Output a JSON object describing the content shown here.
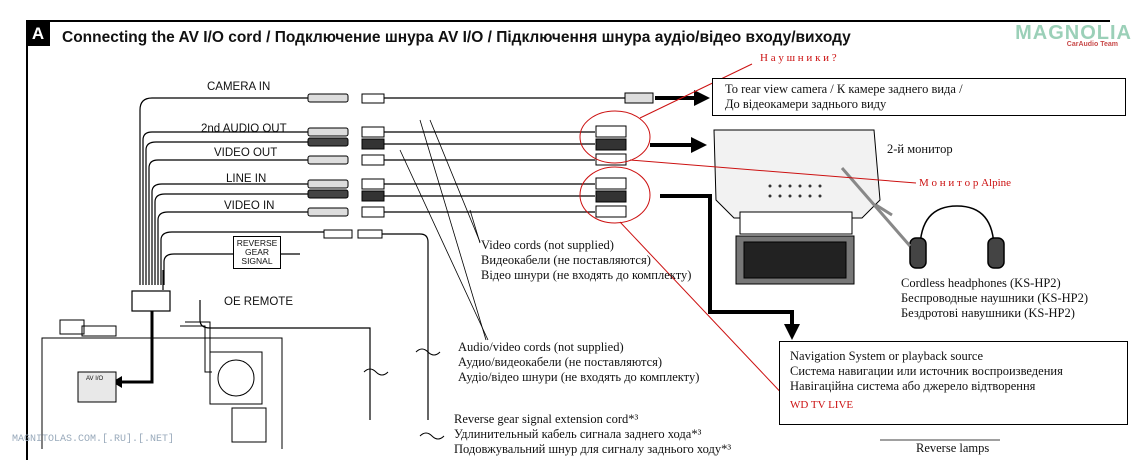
{
  "header": {
    "badge": "A",
    "title": "Connecting the AV I/O cord / Подключение шнура AV I/O / Підключення шнура аудіо/відео входу/виходу"
  },
  "ports": {
    "camera_in": "CAMERA IN",
    "audio_out_2nd": "2nd AUDIO OUT",
    "video_out": "VIDEO OUT",
    "line_in": "LINE IN",
    "video_in": "VIDEO IN",
    "oe_remote": "OE REMOTE",
    "reverse_gear_signal": [
      "REVERSE",
      "GEAR",
      "SIGNAL"
    ],
    "av_io": "AV I/O"
  },
  "rear_camera_box": {
    "line1": "To rear view camera / К камере заднего вида /",
    "line2": "До відеокамери заднього виду"
  },
  "monitor_label": "2-й монитор",
  "headphones": {
    "line1": "Cordless headphones (KS-HP2)",
    "line2": "Беспроводные наушники (KS-HP2)",
    "line3": "Бездротові навушники (KS-HP2)"
  },
  "video_cords": {
    "line1": "Video cords (not supplied)",
    "line2": "Видеокабели (не поставляются)",
    "line3": "Відео шнури (не входять до комплекту)"
  },
  "av_cords": {
    "line1": "Audio/video cords (not supplied)",
    "line2": "Аудио/видеокабели (не поставляются)",
    "line3": "Аудіо/відео шнури (не входять до комплекту)"
  },
  "navigation_box": {
    "line1": "Navigation System or playback source",
    "line2": "Система навигации или источник воспроизведения",
    "line3": "Навігаційна система або джерело відтворення"
  },
  "reverse_cord": {
    "line1": "Reverse gear signal extension cord*³",
    "line2": "Удлинительный кабель сигнала заднего хода*³",
    "line3": "Подовжувальний шнур для сигналу заднього ходу*³"
  },
  "reverse_lamps": "Reverse lamps",
  "annotations": {
    "headphones_question": "Н а у ш н и к и ?",
    "alpine_monitor": "М о н и т о р   Alpine",
    "wd_tv_live": "WD TV LIVE"
  },
  "watermark": {
    "logo": "MAGNOLIA",
    "sub": "CarAudio Team",
    "site": "MAGNITOLAS.COM.[.RU].[.NET]"
  },
  "colors": {
    "annotation_red": "#cc1111",
    "line": "#000000"
  }
}
